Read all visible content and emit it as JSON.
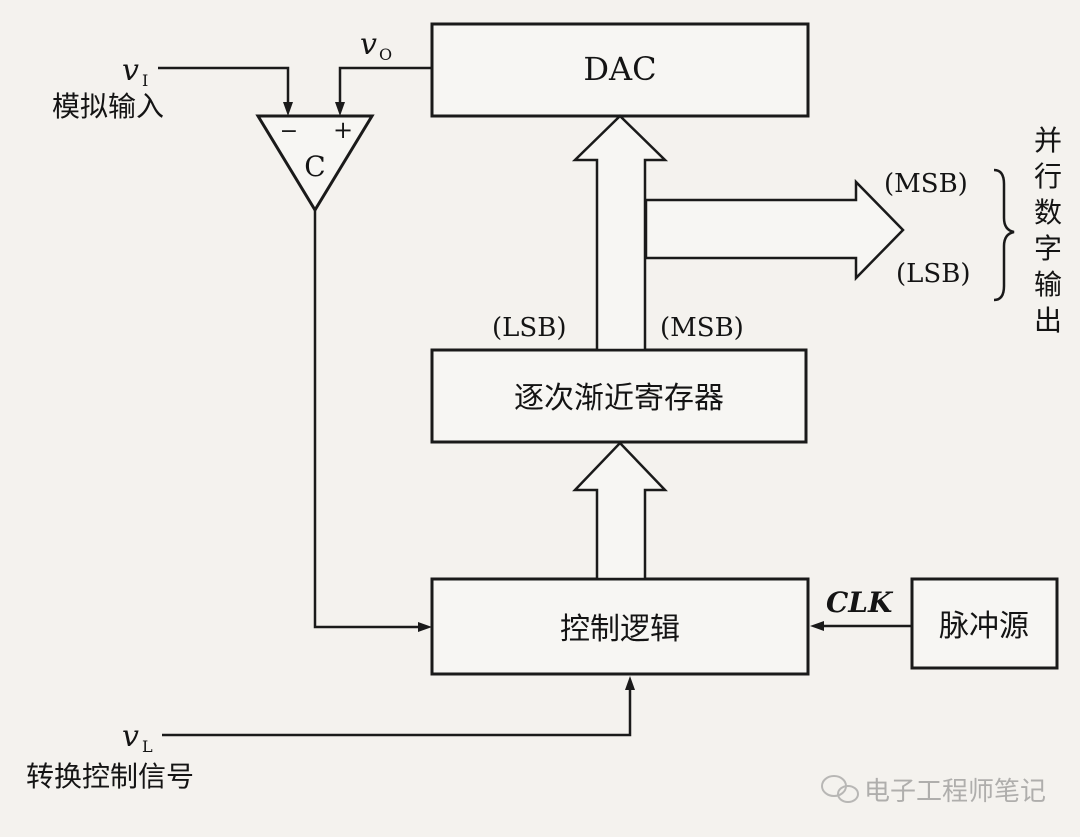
{
  "blocks": {
    "dac": "DAC",
    "sar": "逐次渐近寄存器",
    "control": "控制逻辑",
    "pulse": "脉冲源",
    "comparator": "C"
  },
  "signals": {
    "vi_symbol": "v",
    "vi_sub": "I",
    "vi_desc": "模拟输入",
    "vo_symbol": "v",
    "vo_sub": "O",
    "vl_symbol": "v",
    "vl_sub": "L",
    "vl_desc": "转换控制信号",
    "clk": "CLK",
    "minus": "−",
    "plus": "+"
  },
  "bus_labels": {
    "sar_lsb": "(LSB)",
    "sar_msb": "(MSB)",
    "out_msb": "(MSB)",
    "out_lsb": "(LSB)"
  },
  "output": {
    "chars": [
      "并",
      "行",
      "数",
      "字",
      "输",
      "出"
    ]
  },
  "watermark": "电子工程师笔记"
}
